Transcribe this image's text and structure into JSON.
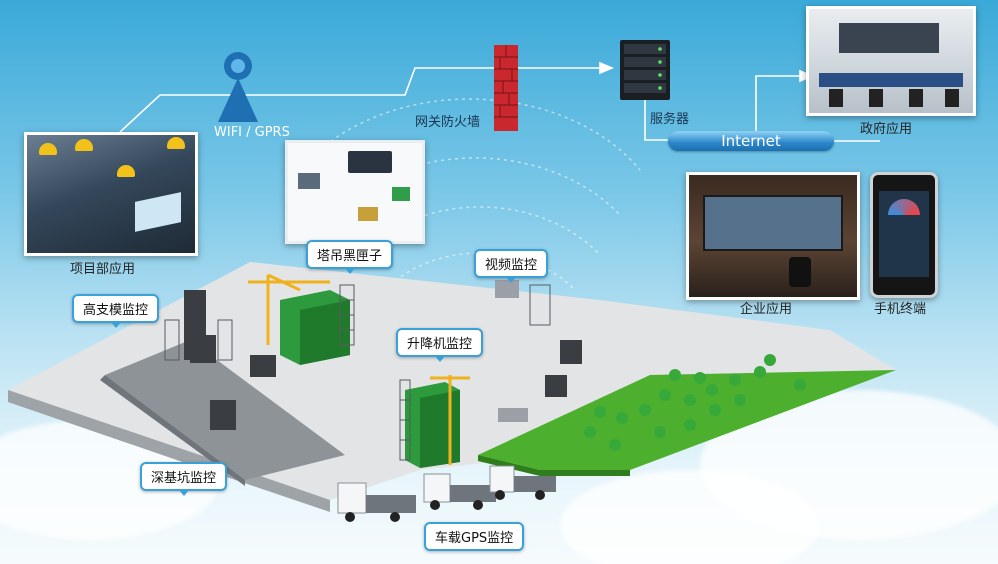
{
  "title": "",
  "nodes": {
    "wifi": {
      "label": "WIFI / GPRS"
    },
    "firewall": {
      "label": "网关防火墙"
    },
    "server": {
      "label": "服务器"
    },
    "internet": {
      "label": "Internet"
    },
    "government": {
      "label": "政府应用"
    },
    "project_dept": {
      "label": "项目部应用"
    },
    "tower_box": {
      "label": "塔吊黑匣子"
    },
    "enterprise": {
      "label": "企业应用"
    },
    "mobile": {
      "label": "手机终端"
    }
  },
  "site_tags": {
    "high_support": "高支模监控",
    "video": "视频监控",
    "elevator": "升降机监控",
    "foundation_pit": "深基坑监控",
    "vehicle_gps": "车载GPS监控"
  },
  "colors": {
    "sky_top": "#3aa9d8",
    "line": "#ffffff",
    "tag_border": "#3aa1d8",
    "internet_pipe": "#2a86c9",
    "grass": "#4caf2e",
    "ground": "#d9dcdf"
  }
}
